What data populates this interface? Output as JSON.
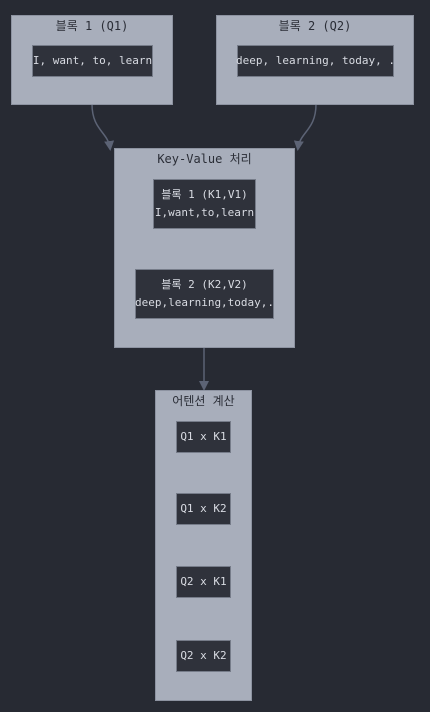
{
  "colors": {
    "background": "#272a33",
    "cluster_fill": "#a8aebb",
    "node_fill": "#2f323b",
    "edge": "#5c6375"
  },
  "clusters": {
    "block1": {
      "title": "블록 1 (Q1)",
      "node": "I, want, to, learn"
    },
    "block2": {
      "title": "블록 2 (Q2)",
      "node": "deep, learning, today, ."
    },
    "kv": {
      "title": "Key-Value 처리",
      "node1": {
        "line1": "블록 1 (K1,V1)",
        "line2": "I,want,to,learn"
      },
      "node2": {
        "line1": "블록 2 (K2,V2)",
        "line2": "deep,learning,today,."
      }
    },
    "attention": {
      "title": "어텐션 계산",
      "nodes": [
        "Q1 x K1",
        "Q1 x K2",
        "Q2 x K1",
        "Q2 x K2"
      ]
    }
  }
}
